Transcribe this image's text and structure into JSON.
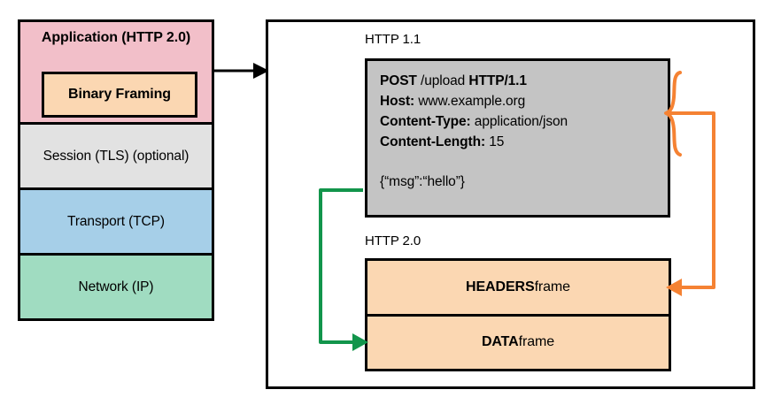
{
  "stack": {
    "layers": [
      {
        "id": "application",
        "label": "Application (HTTP 2.0)",
        "color": "#F2BFC9"
      },
      {
        "id": "session",
        "label": "Session (TLS) (optional)",
        "color": "#E2E2E2"
      },
      {
        "id": "transport",
        "label": "Transport (TCP)",
        "color": "#A6CFE8"
      },
      {
        "id": "network",
        "label": "Network (IP)",
        "color": "#A0DCC1"
      }
    ],
    "inner_box": {
      "label": "Binary Framing",
      "color": "#FBD7B2"
    }
  },
  "panel": {
    "http11": {
      "label": "HTTP 1.1",
      "box_color": "#C4C4C4",
      "request_line": {
        "method": "POST",
        "path": " /upload ",
        "version": "HTTP/1.1"
      },
      "headers": [
        {
          "name": "Host:",
          "value": " www.example.org"
        },
        {
          "name": "Content-Type:",
          "value": " application/json"
        },
        {
          "name": "Content-Length:",
          "value": " 15"
        }
      ],
      "body": "{“msg”:“hello”}"
    },
    "http20": {
      "label": "HTTP 2.0",
      "frame_color": "#FBD7B2",
      "frames": [
        {
          "name": "HEADERS",
          "suffix": " frame"
        },
        {
          "name": "DATA",
          "suffix": " frame"
        }
      ]
    }
  },
  "connectors": {
    "stack_to_panel_color": "#000000",
    "headers_connector_color": "#F58233",
    "body_connector_color": "#12954B"
  }
}
